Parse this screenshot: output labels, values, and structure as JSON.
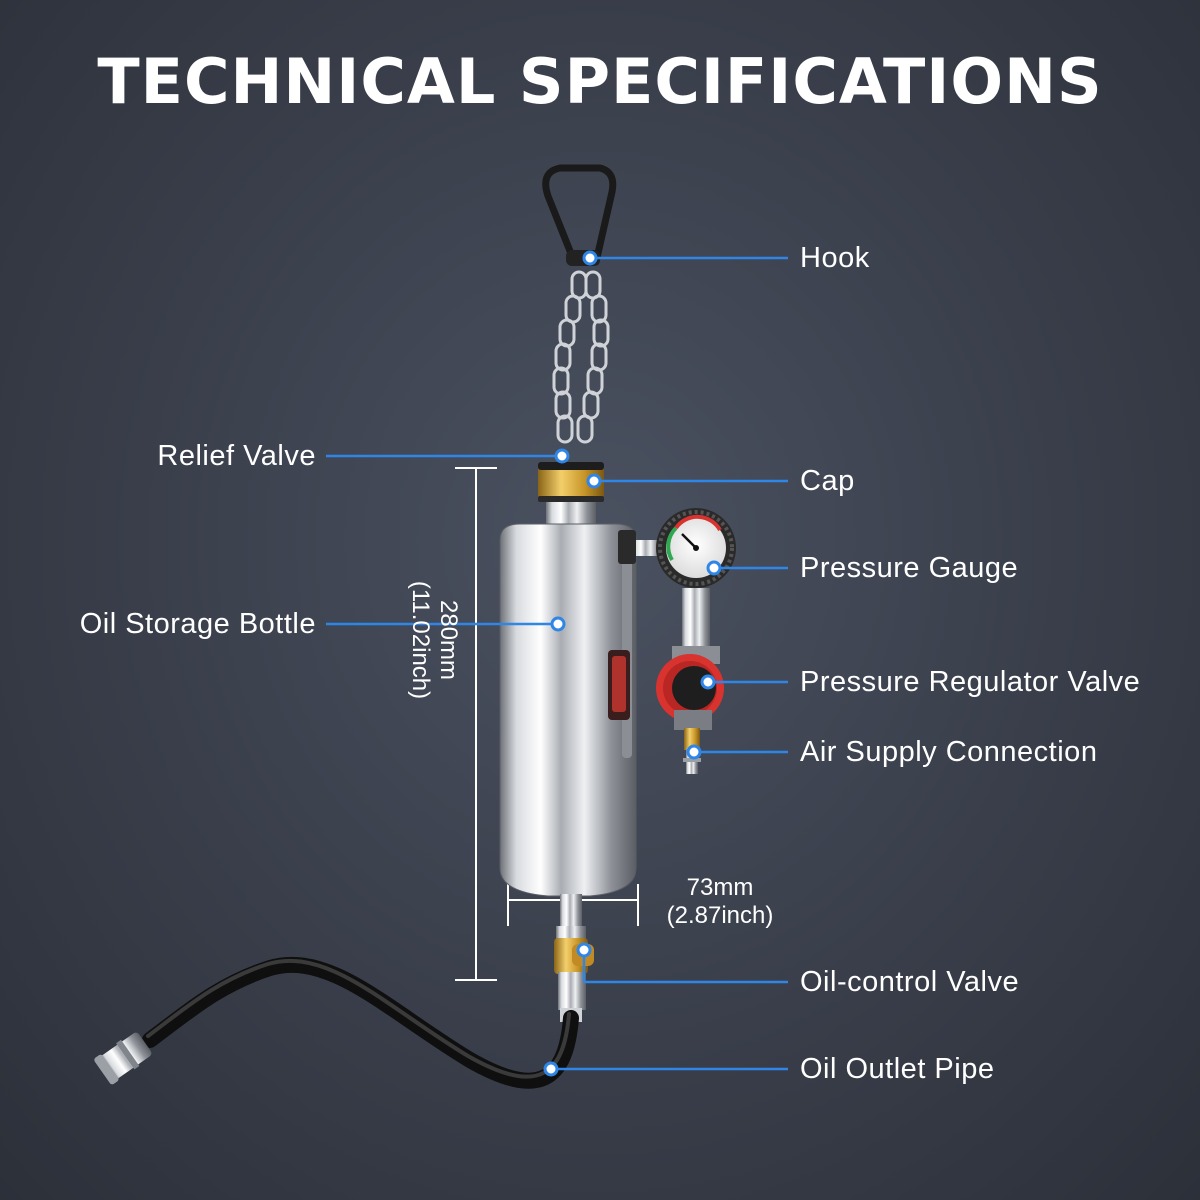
{
  "title": "TECHNICAL SPECIFICATIONS",
  "labels": {
    "hook": "Hook",
    "relief_valve": "Relief Valve",
    "cap": "Cap",
    "pressure_gauge": "Pressure Gauge",
    "oil_storage_bottle": "Oil Storage Bottle",
    "pressure_regulator_valve": "Pressure Regulator Valve",
    "air_supply_connection": "Air Supply Connection",
    "oil_control_valve": "Oil-control Valve",
    "oil_outlet_pipe": "Oil Outlet Pipe"
  },
  "dimensions": {
    "height_mm": "280mm",
    "height_inch": "(11.02inch)",
    "width_mm": "73mm",
    "width_inch": "(2.87inch)"
  },
  "colors": {
    "leader": "#2f86e6",
    "dot": "#2f86e6",
    "brass": "#d4a53a",
    "red": "#d8332f"
  }
}
